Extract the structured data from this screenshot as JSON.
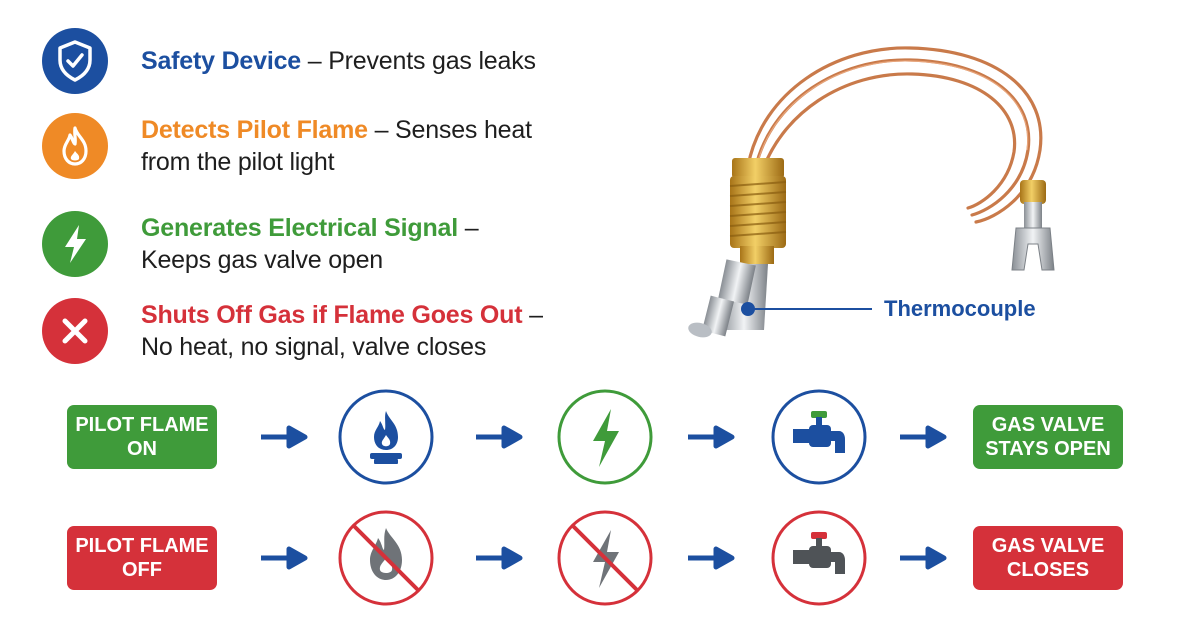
{
  "features": [
    {
      "title": "Safety Device",
      "desc": " – Prevents gas leaks",
      "icon": "shield-check-icon",
      "color": "#1c4fa0"
    },
    {
      "title": "Detects Pilot Flame",
      "desc": " – Senses heat from the pilot light",
      "icon": "flame-icon",
      "color": "#ef8a26"
    },
    {
      "title": "Generates Electrical Signal",
      "desc": " – Keeps gas valve open",
      "icon": "lightning-bolt-icon",
      "color": "#3f9b3a"
    },
    {
      "title": "Shuts Off Gas if Flame Goes Out",
      "desc": " – No heat, no signal, valve closes",
      "icon": "x-icon",
      "color": "#d5313a"
    }
  ],
  "device": {
    "label": "Thermocouple"
  },
  "flows": {
    "on": {
      "start": "PILOT FLAME ON",
      "end": "GAS VALVE STAYS OPEN",
      "color": "#3f9b3a"
    },
    "off": {
      "start": "PILOT FLAME OFF",
      "end": "GAS VALVE CLOSES",
      "color": "#d5313a"
    }
  },
  "colors": {
    "arrow": "#1c4fa0",
    "copper": "#c97a4a",
    "brass": "#d9a62e"
  }
}
